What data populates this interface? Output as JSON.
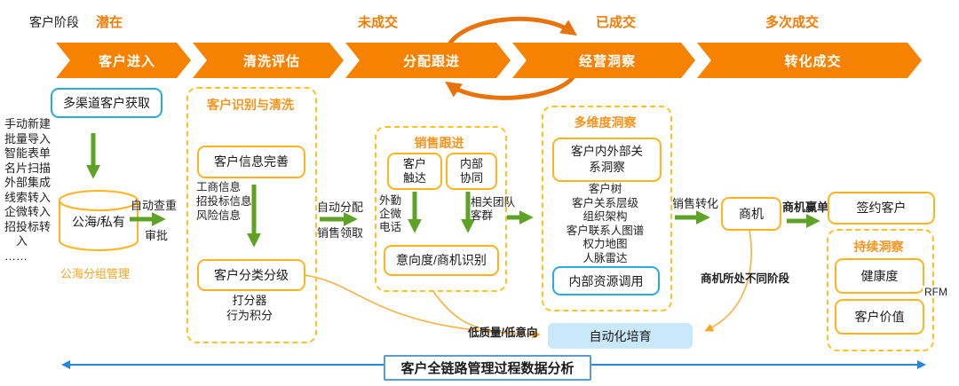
{
  "colors": {
    "chevron_orange": "#F78200",
    "stage_orange": "#F77B00",
    "dashed_border": "#FFC023",
    "solid_box_border": "#FFB320",
    "title_orange": "#F7941D",
    "green_arrow": "#5EA226",
    "blue_border": "#29ABE2",
    "nurture_fill": "#C9E8F9",
    "footer_blue": "#2388D6"
  },
  "header": {
    "label": "客户阶段",
    "stages": [
      "潜在",
      "未成交",
      "已成交",
      "多次成交"
    ]
  },
  "chevrons": [
    "客户进入",
    "清洗评估",
    "分配跟进",
    "经营洞察",
    "转化成交"
  ],
  "acquire": {
    "multi_channel": "多渠道客户获取",
    "channels": "手动新建\n批量导入\n智能表单\n名片扫描\n外部集成\n线索转入\n企微转入\n招投标转\n　入\n……",
    "pool": "公海/私有",
    "auto_dedupe": "自动查重",
    "approve": "审批",
    "pool_group": "公海分组管理"
  },
  "cleanse": {
    "title": "客户识别与清洗",
    "info_box": "客户信息完善",
    "info_sources": "工商信息\n招投标信息\n风险信息",
    "classify_box": "客户分类分级",
    "classify_tools": "打分器\n行为积分"
  },
  "assign": {
    "auto": "自动分配",
    "claim": "销售领取"
  },
  "follow": {
    "title": "销售跟进",
    "reach_box": "客户\n触达",
    "collab_box": "内部\n协同",
    "reach_channels": "外勤\n企微\n电话",
    "collab_targets": "相关团队\n客群",
    "intent_box": "意向度/商机识别"
  },
  "insight": {
    "title": "多维度洞察",
    "relation_box": "客户内外部关\n系洞察",
    "tools": "客户树\n客户关系层级\n组织架构\n客户联系人图谱\n权力地图\n人脉雷达",
    "resource_box": "内部资源调用"
  },
  "convert": {
    "sales_convert": "销售转化",
    "opportunity": "商机",
    "win": "商机赢单",
    "signed": "签约客户",
    "stage_note": "商机所处不同阶段"
  },
  "sustain": {
    "title": "持续洞察",
    "health": "健康度",
    "value": "客户价值",
    "rfm": "RFM"
  },
  "nurture": {
    "low_quality": "低质量/低意向",
    "auto_nurture": "自动化培育"
  },
  "footer": {
    "analysis": "客户全链路管理过程数据分析"
  }
}
